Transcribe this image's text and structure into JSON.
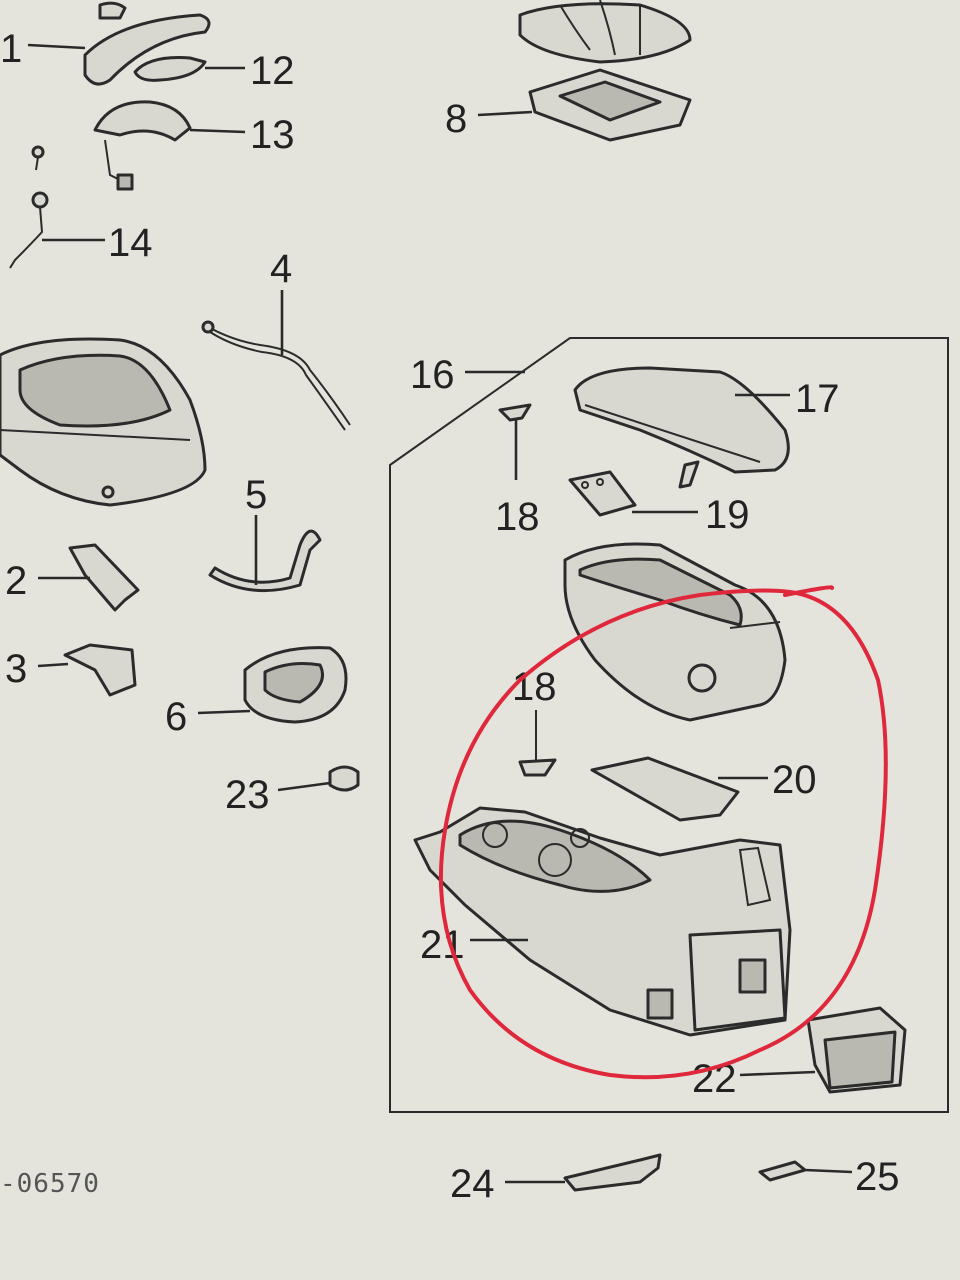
{
  "diagram": {
    "code": "-06570",
    "labels": {
      "p1": "1",
      "p2": "2",
      "p3": "3",
      "p4": "4",
      "p5": "5",
      "p6": "6",
      "p8": "8",
      "p12": "12",
      "p13": "13",
      "p14": "14",
      "p16": "16",
      "p17": "17",
      "p18a": "18",
      "p18b": "18",
      "p19": "19",
      "p20": "20",
      "p21": "21",
      "p22": "22",
      "p23": "23",
      "p24": "24",
      "p25": "25"
    },
    "annotation_color": "#e0283c"
  }
}
